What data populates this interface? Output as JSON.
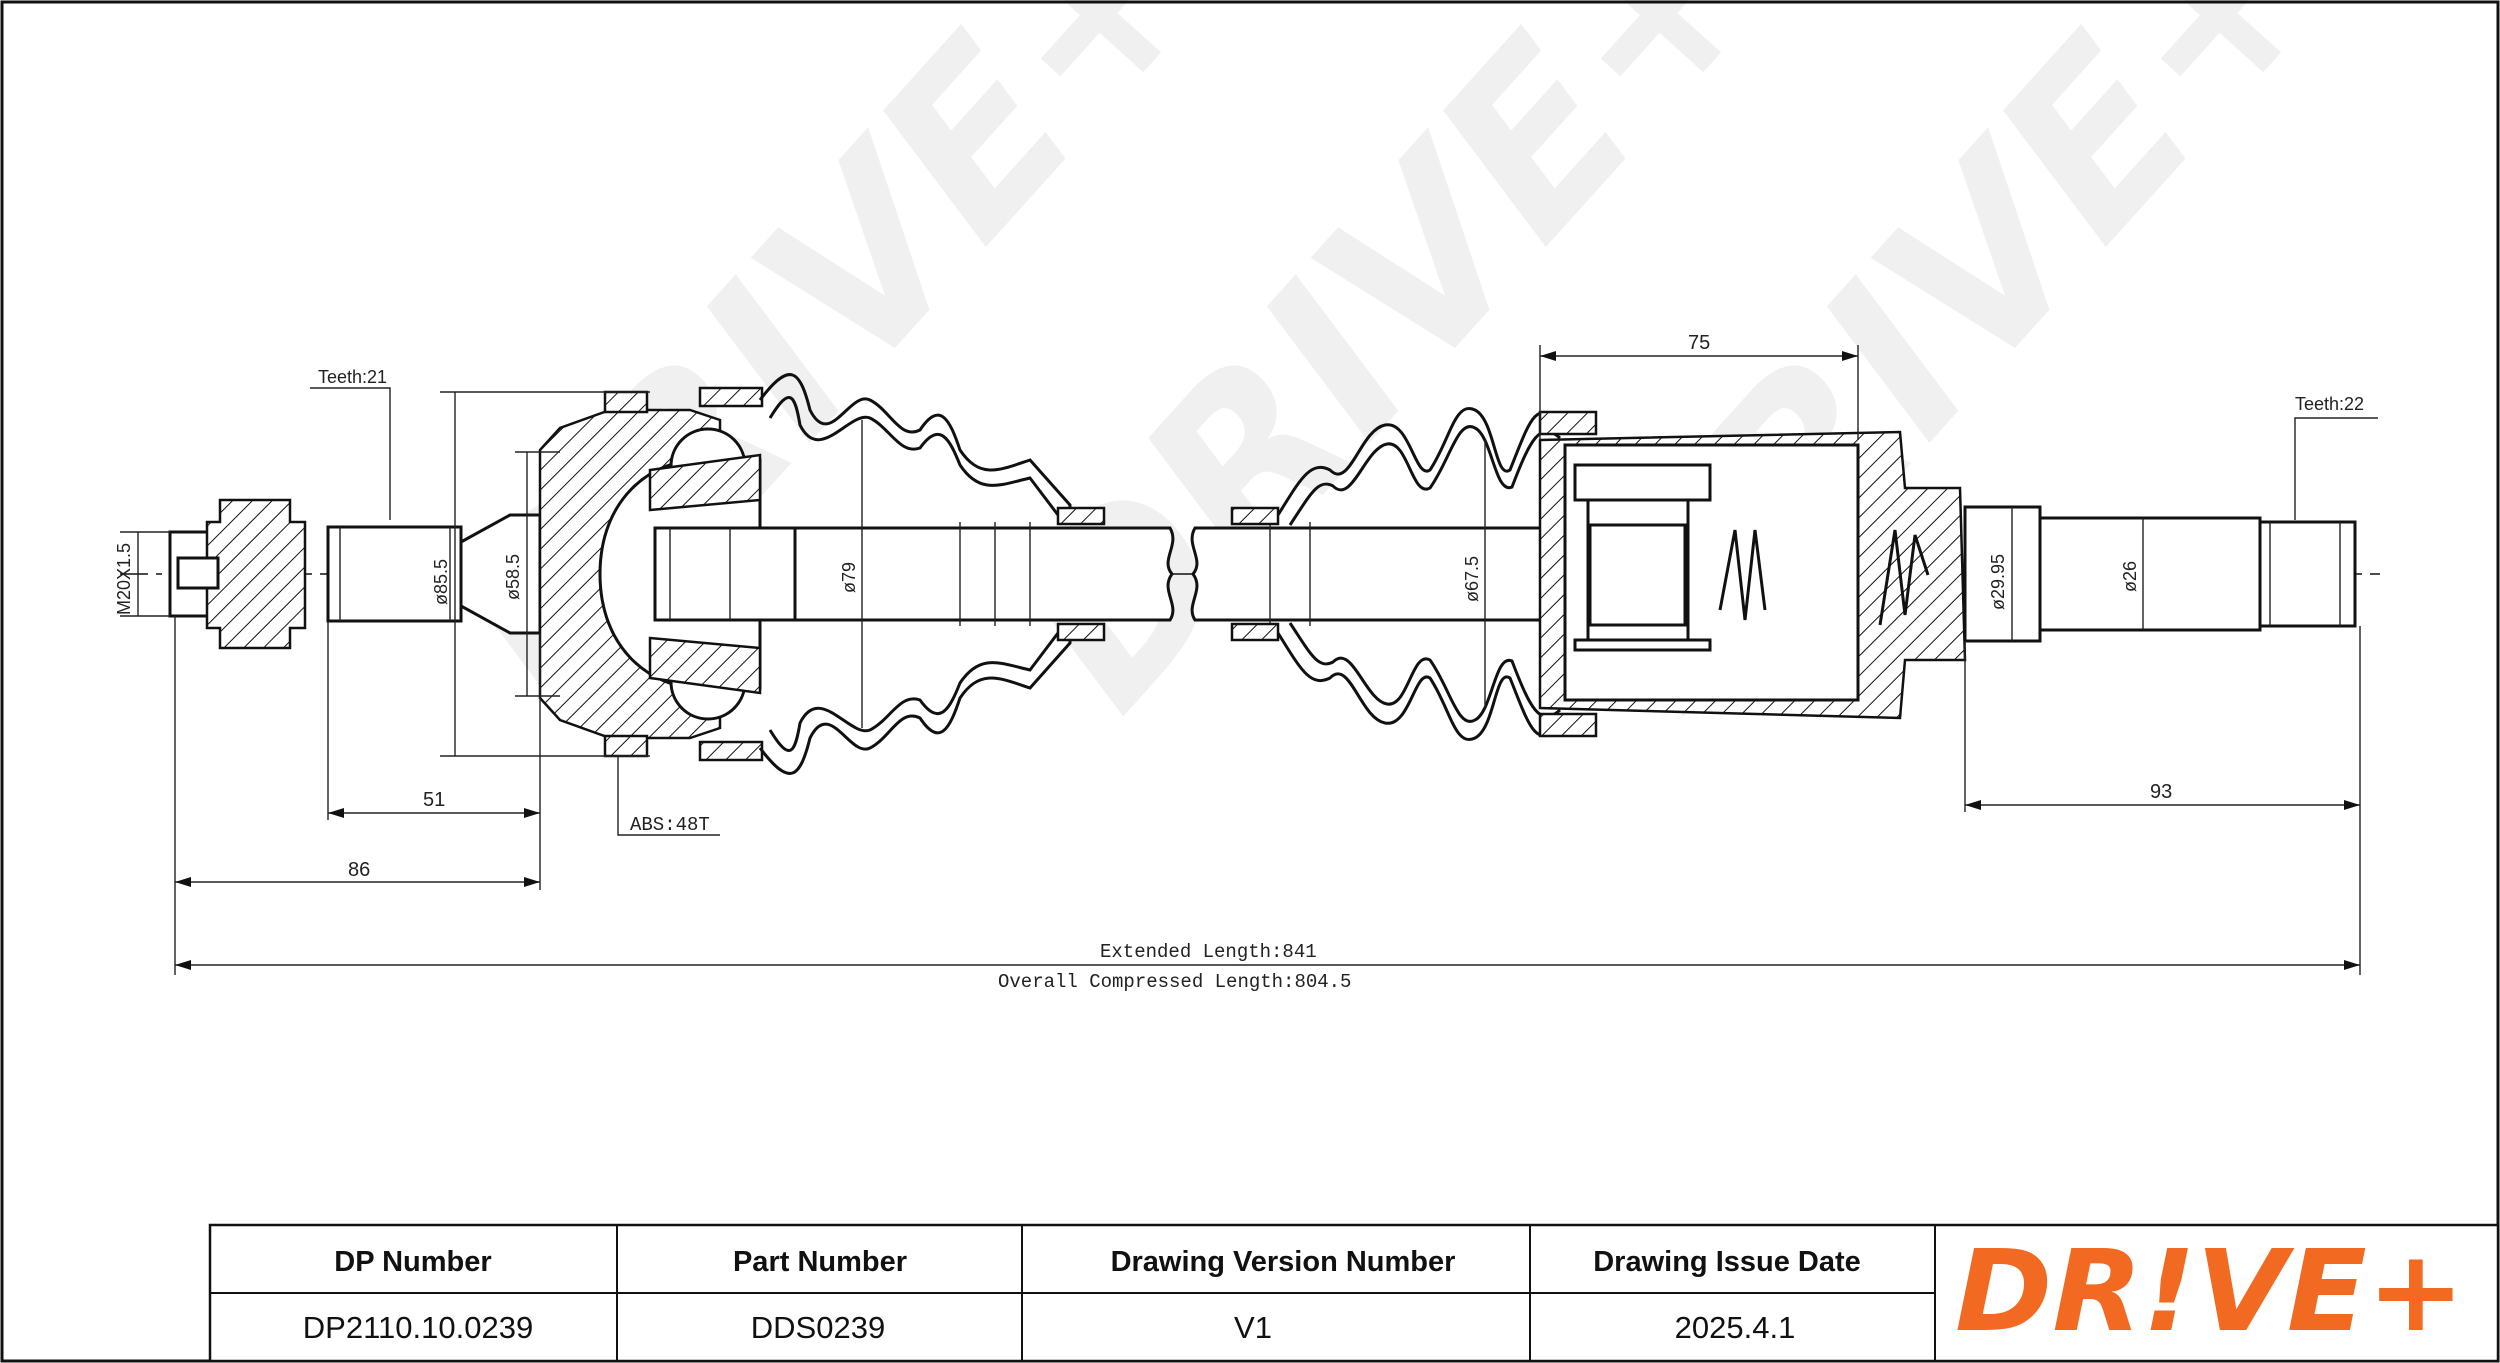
{
  "watermark": {
    "text": "DRIVE+"
  },
  "dimensions": {
    "teeth_left": "Teeth:21",
    "teeth_right": "Teeth:22",
    "thread": "M20X1.5",
    "d_85_5": "ø85.5",
    "d_58_5": "ø58.5",
    "d_79": "ø79",
    "d_67_5": "ø67.5",
    "d_29_95": "ø29.95",
    "d_26": "ø26",
    "len_51": "51",
    "len_86": "86",
    "len_75": "75",
    "len_93": "93",
    "abs": "ABS:48T",
    "extended_length": "Extended Length:841",
    "compressed_length": "Overall Compressed Length:804.5"
  },
  "title_block": {
    "headers": [
      "DP Number",
      "Part Number",
      "Drawing Version Number",
      "Drawing Issue Date"
    ],
    "values": [
      "DP2110.10.0239",
      "DDS0239",
      "V1",
      "2025.4.1"
    ]
  },
  "logo": {
    "main": "DR",
    "bang": "!",
    "rest": "VE",
    "plus": "+",
    "color": "#f26a21"
  }
}
